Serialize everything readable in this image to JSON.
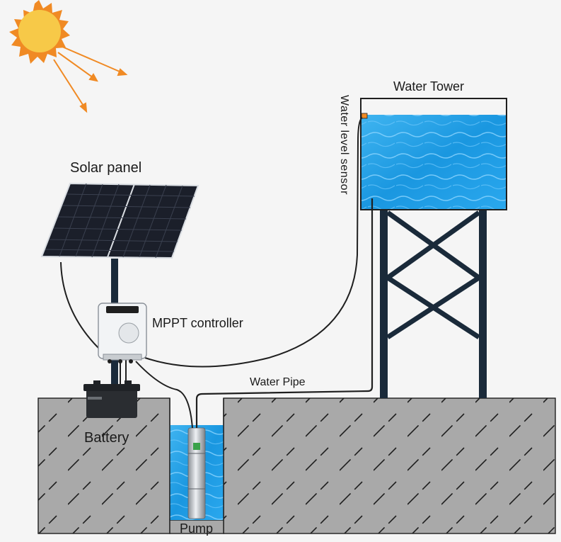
{
  "labels": {
    "solar_panel": "Solar panel",
    "mppt_controller": "MPPT controller",
    "water_tower": "Water Tower",
    "water_level_sensor": "Water  level sensor",
    "water_pipe": "Water Pipe",
    "battery": "Battery",
    "pump": "Pump"
  },
  "colors": {
    "background": "#f5f5f5",
    "ground": "#a9a9a9",
    "ground_hatch": "#1f1f1f",
    "water": "#1e9be6",
    "tower_frame": "#1a2a3a",
    "sun": "#f7c948",
    "sun_rays": "#f08a24",
    "solar_cells": "#1b1f2a",
    "sensor": "#f08a24"
  }
}
